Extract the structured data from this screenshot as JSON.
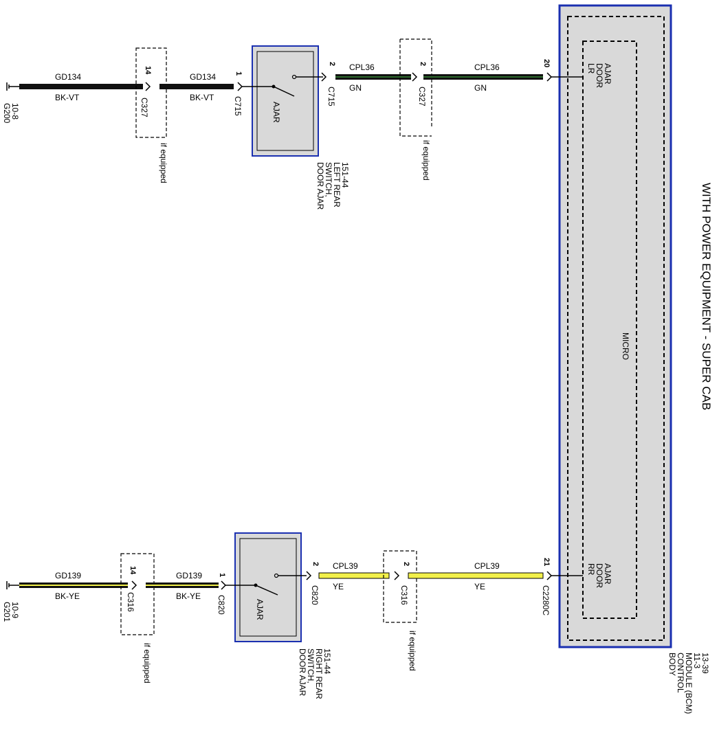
{
  "title": "WITH POWER EQUIPMENT - SUPER CAB",
  "colors": {
    "wire_black": "#111111",
    "wire_green_stripe": "#2e6b2e",
    "wire_yellow": "#f2f04a",
    "module_border": "#1a2fb0",
    "module_fill": "#d9d9d9"
  },
  "bcm": {
    "lines": [
      "BODY",
      "CONTROL",
      "MODULE (BCM)",
      "11-3",
      "13-39"
    ],
    "micro_label": "MICRO",
    "lr_input": [
      "LR",
      "DOOR",
      "AJAR"
    ],
    "rr_input": [
      "RR",
      "DOOR",
      "AJAR"
    ]
  },
  "upper_circuit": {
    "ground_name": "G200",
    "ground_ref": "10-8",
    "wire1_name": "GD134",
    "wire1_color": "BK-VT",
    "wire2_name": "GD134",
    "wire2_color": "BK-VT",
    "inline_connector": "C327",
    "inline_pin_left": "14",
    "inline_note": "if equipped",
    "switch_connector_in": "C715",
    "switch_pin_in": "1",
    "switch_label": "AJAR",
    "switch_name_lines": [
      "DOOR AJAR",
      "SWITCH,",
      "LEFT REAR",
      "151-44"
    ],
    "switch_pin_out": "2",
    "switch_connector_out": "C715",
    "wire3_name": "CPL36",
    "wire3_color": "GN",
    "inline2_connector": "C327",
    "inline2_pin": "2",
    "inline2_note": "if equipped",
    "wire4_name": "CPL36",
    "wire4_color": "GN",
    "bcm_pin": "20"
  },
  "lower_circuit": {
    "ground_name": "G201",
    "ground_ref": "10-9",
    "wire1_name": "GD139",
    "wire1_color": "BK-YE",
    "wire2_name": "GD139",
    "wire2_color": "BK-YE",
    "inline_connector": "C316",
    "inline_pin_left": "14",
    "inline_note": "if equipped",
    "switch_connector_in": "C820",
    "switch_pin_in": "1",
    "switch_label": "AJAR",
    "switch_name_lines": [
      "DOOR AJAR",
      "SWITCH,",
      "RIGHT REAR",
      "151-44"
    ],
    "switch_pin_out": "2",
    "switch_connector_out": "C820",
    "wire3_name": "CPL39",
    "wire3_color": "YE",
    "inline2_connector": "C316",
    "inline2_pin": "2",
    "inline2_note": "if equipped",
    "wire4_name": "CPL39",
    "wire4_color": "YE",
    "bcm_pin": "21",
    "bcm_connector": "C2280C"
  }
}
